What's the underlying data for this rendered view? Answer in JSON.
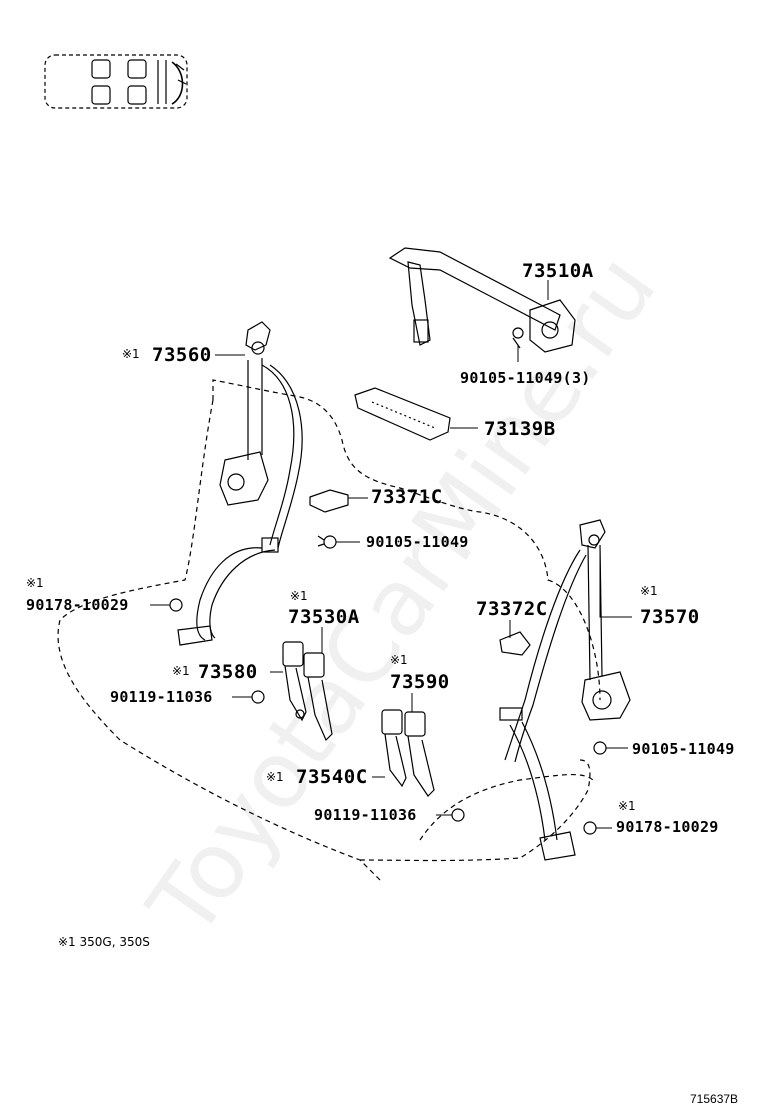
{
  "watermark": "ToyotaCarMine.ru",
  "footnote": "※1 350G, 350S",
  "diagram_ref": "715637B",
  "remark_mark": "※1",
  "parts": {
    "p73510A": "73510A",
    "p90105_11049_3": "90105-11049(3)",
    "p73560": "73560",
    "p73139B": "73139B",
    "p73371C": "73371C",
    "p90105_11049_a": "90105-11049",
    "p90178_10029_a": "90178-10029",
    "p73530A": "73530A",
    "p73372C": "73372C",
    "p73570": "73570",
    "p73580": "73580",
    "p90119_11036_a": "90119-11036",
    "p73590": "73590",
    "p90105_11049_b": "90105-11049",
    "p73540C": "73540C",
    "p90119_11036_b": "90119-11036",
    "p90178_10029_b": "90178-10029"
  }
}
